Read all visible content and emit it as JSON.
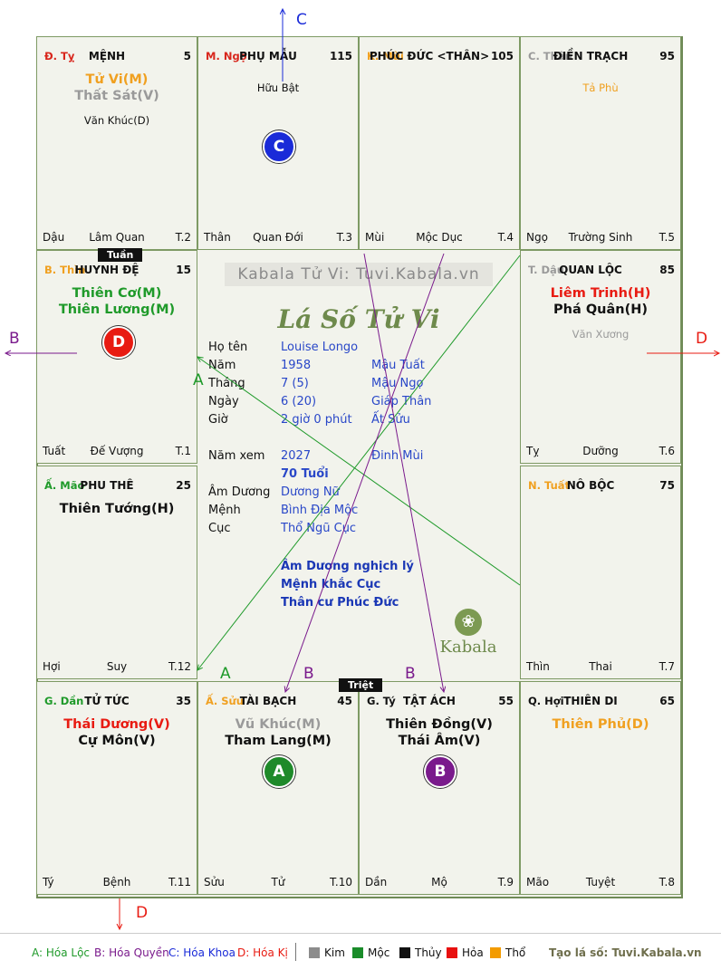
{
  "colors": {
    "kim": "#8c8c8c",
    "moc": "#1a8c2a",
    "thuy": "#111111",
    "hoa": "#e8100f",
    "tho": "#f39b00",
    "red": "#e81b12",
    "green": "#1f9a2a",
    "gray": "#9a9a9a",
    "orange": "#f0a020",
    "black": "#111111",
    "blue": "#1a2bd8",
    "purple": "#7a1a8c"
  },
  "cells": [
    {
      "id": "ty",
      "branch": "Đ. Tỵ",
      "branch_color": "#d8261c",
      "name": "MỆNH",
      "age": "5",
      "stars": [
        {
          "t": "Tử Vi(M)",
          "c": "#f0a020"
        },
        {
          "t": "Thất Sát(V)",
          "c": "#9a9a9a"
        }
      ],
      "minor": [
        {
          "t": "Văn Khúc(D)",
          "c": "#111111"
        }
      ],
      "foot": [
        "Dậu",
        "Lâm Quan",
        "T.2"
      ]
    },
    {
      "id": "ngo",
      "branch": "M. Ngọ",
      "branch_color": "#d8261c",
      "name": "PHỤ MẪU",
      "age": "115",
      "stars": [],
      "minor": [
        {
          "t": "Hữu Bật",
          "c": "#111111"
        }
      ],
      "foot": [
        "Thân",
        "Quan Đới",
        "T.3"
      ]
    },
    {
      "id": "mui",
      "branch": "K. Mùi",
      "branch_color": "#f0a020",
      "name": "PHÚC ĐỨC <THÂN>",
      "age": "105",
      "stars": [],
      "minor": [],
      "foot": [
        "Mùi",
        "Mộc Dục",
        "T.4"
      ]
    },
    {
      "id": "than",
      "branch": "C. Thân",
      "branch_color": "#9a9a9a",
      "name": "ĐIỀN TRẠCH",
      "age": "95",
      "stars": [],
      "minor": [
        {
          "t": "Tả Phù",
          "c": "#f0a020"
        }
      ],
      "foot": [
        "Ngọ",
        "Trường Sinh",
        "T.5"
      ]
    },
    {
      "id": "thin",
      "branch": "B. Thìn",
      "branch_color": "#f0a020",
      "name": "HUYNH ĐỆ",
      "age": "15",
      "stars": [
        {
          "t": "Thiên Cơ(M)",
          "c": "#1f9a2a"
        },
        {
          "t": "Thiên Lương(M)",
          "c": "#1f9a2a"
        }
      ],
      "minor": [],
      "foot": [
        "Tuất",
        "Đế Vượng",
        "T.1"
      ]
    },
    {
      "id": "dau",
      "branch": "T. Dậu",
      "branch_color": "#9a9a9a",
      "name": "QUAN LỘC",
      "age": "85",
      "stars": [
        {
          "t": "Liêm Trinh(H)",
          "c": "#e81b12"
        },
        {
          "t": "Phá Quân(H)",
          "c": "#111111"
        }
      ],
      "minor": [
        {
          "t": "Văn Xương",
          "c": "#9a9a9a"
        }
      ],
      "foot": [
        "Tỵ",
        "Dưỡng",
        "T.6"
      ]
    },
    {
      "id": "mao",
      "branch": "Ấ. Mão",
      "branch_color": "#1f9a2a",
      "name": "PHU THÊ",
      "age": "25",
      "stars": [
        {
          "t": "Thiên Tướng(H)",
          "c": "#111111"
        }
      ],
      "minor": [],
      "foot": [
        "Hợi",
        "Suy",
        "T.12"
      ]
    },
    {
      "id": "tuat",
      "branch": "N. Tuất",
      "branch_color": "#f0a020",
      "name": "NÔ BỘC",
      "age": "75",
      "stars": [],
      "minor": [],
      "foot": [
        "Thìn",
        "Thai",
        "T.7"
      ]
    },
    {
      "id": "dan",
      "branch": "G. Dần",
      "branch_color": "#1f9a2a",
      "name": "TỬ TỨC",
      "age": "35",
      "stars": [
        {
          "t": "Thái Dương(V)",
          "c": "#e81b12"
        },
        {
          "t": "Cự Môn(V)",
          "c": "#111111"
        }
      ],
      "minor": [],
      "foot": [
        "Tý",
        "Bệnh",
        "T.11"
      ]
    },
    {
      "id": "suu",
      "branch": "Ấ. Sửu",
      "branch_color": "#f0a020",
      "name": "TÀI BẠCH",
      "age": "45",
      "stars": [
        {
          "t": "Vũ Khúc(M)",
          "c": "#9a9a9a"
        },
        {
          "t": "Tham Lang(M)",
          "c": "#111111"
        }
      ],
      "minor": [],
      "foot": [
        "Sửu",
        "Tử",
        "T.10"
      ]
    },
    {
      "id": "tyy",
      "branch": "G. Tý",
      "branch_color": "#111111",
      "name": "TẬT ÁCH",
      "age": "55",
      "stars": [
        {
          "t": "Thiên Đồng(V)",
          "c": "#111111"
        },
        {
          "t": "Thái Âm(V)",
          "c": "#111111"
        }
      ],
      "minor": [],
      "foot": [
        "Dần",
        "Mộ",
        "T.9"
      ]
    },
    {
      "id": "hoi",
      "branch": "Q. Hợi",
      "branch_color": "#111111",
      "name": "THIÊN DI",
      "age": "65",
      "stars": [
        {
          "t": "Thiên Phủ(D)",
          "c": "#f0a020"
        }
      ],
      "minor": [],
      "foot": [
        "Mão",
        "Tuyệt",
        "T.8"
      ]
    }
  ],
  "tags": {
    "tuan": "Tuần",
    "triet": "Triệt"
  },
  "badges": {
    "A": "A",
    "B": "B",
    "C": "C",
    "D": "D"
  },
  "center": {
    "watermark": "Kabala Tử Vi: Tuvi.Kabala.vn",
    "logo": "Lá Số Tử Vi",
    "rows": [
      {
        "lab": "Họ tên",
        "v1": "Louise Longo",
        "v2": ""
      },
      {
        "lab": "Năm",
        "v1": "1958",
        "v2": "Mậu Tuất"
      },
      {
        "lab": "Tháng",
        "v1": "7  (5)",
        "v2": "Mậu Ngọ"
      },
      {
        "lab": "Ngày",
        "v1": "6  (20)",
        "v2": "Giáp Thân"
      },
      {
        "lab": "Giờ",
        "v1": "2 giờ 0 phút",
        "v2": "Ất Sửu"
      },
      {
        "lab": "Năm xem",
        "v1": "2027",
        "v2": "Đinh Mùi"
      },
      {
        "lab": "",
        "v1": "70 Tuổi",
        "v2": ""
      },
      {
        "lab": "Âm Dương",
        "v1": "Dương Nữ",
        "v2": ""
      },
      {
        "lab": "Mệnh",
        "v1": "Bình Địa Mộc",
        "v2": ""
      },
      {
        "lab": "Cục",
        "v1": "Thổ Ngũ Cục",
        "v2": ""
      }
    ],
    "remarks": [
      "Âm Dương nghịch lý",
      "Mệnh khắc Cục",
      "Thân cư Phúc Đức"
    ],
    "brand": "Kabala"
  },
  "arrow_labels": {
    "A": "A",
    "B": "B",
    "C": "C",
    "D": "D"
  },
  "legend": {
    "a": "A: Hóa Lộc",
    "b": "B: Hóa Quyền",
    "c": "C: Hóa Khoa",
    "d": "D: Hóa Kị",
    "kim": "Kim",
    "moc": "Mộc",
    "thuy": "Thủy",
    "hoa": "Hỏa",
    "tho": "Thổ",
    "site": "Tạo lá số: Tuvi.Kabala.vn"
  }
}
